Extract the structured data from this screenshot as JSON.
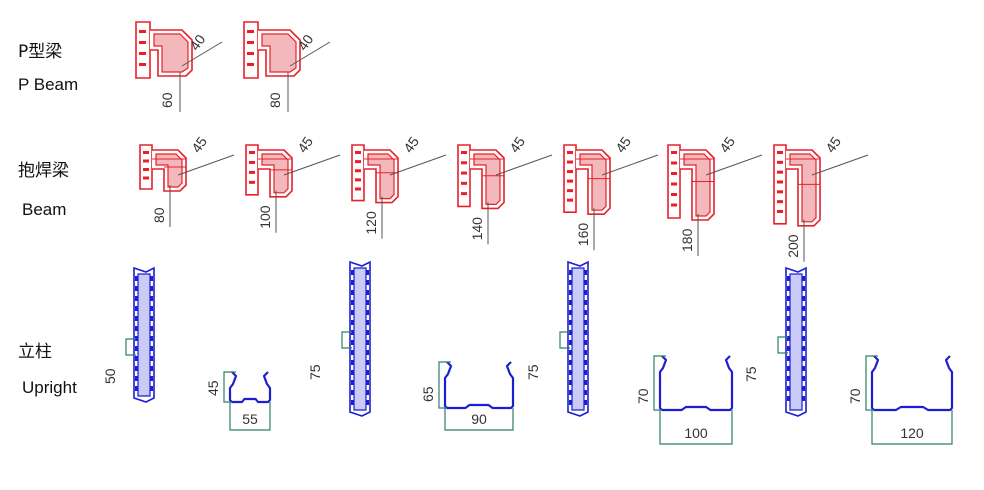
{
  "sections": {
    "p_beam": {
      "label_cn": "P型梁",
      "label_en": "P Beam"
    },
    "beam": {
      "label_cn": "抱焊梁",
      "label_en": "Beam"
    },
    "upright": {
      "label_cn": "立柱",
      "label_en": "Upright"
    }
  },
  "p_beams": [
    {
      "width": "40",
      "height": "60"
    },
    {
      "width": "40",
      "height": "80"
    }
  ],
  "beams": [
    {
      "width": "45",
      "height": "80"
    },
    {
      "width": "45",
      "height": "100"
    },
    {
      "width": "45",
      "height": "120"
    },
    {
      "width": "45",
      "height": "140"
    },
    {
      "width": "45",
      "height": "160"
    },
    {
      "width": "45",
      "height": "180"
    },
    {
      "width": "45",
      "height": "200"
    }
  ],
  "uprights": [
    {
      "side": "50",
      "depth": "45",
      "width": "55"
    },
    {
      "side": "75",
      "depth": "65",
      "width": "90"
    },
    {
      "side": "75",
      "depth": "70",
      "width": "100"
    },
    {
      "side": "75",
      "depth": "70",
      "width": "120"
    }
  ],
  "colors": {
    "beam": "#e8202a",
    "upright": "#1c1fd0",
    "dimension": "#2e7d6b"
  }
}
